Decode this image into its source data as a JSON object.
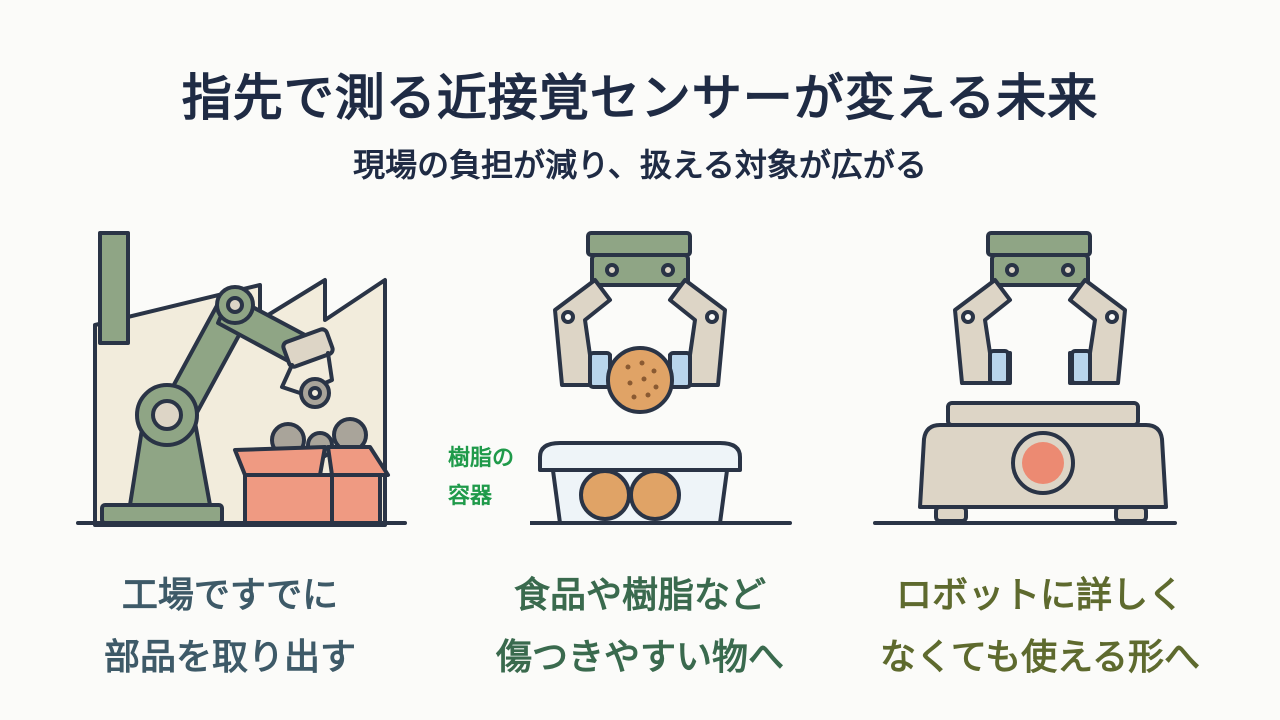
{
  "title": "指先で測る近接覚センサーが変える未来",
  "subtitle": "現場の負担が減り、扱える対象が広がる",
  "panels": [
    {
      "id": "factory",
      "caption_lines": [
        "工場ですでに",
        "部品を取り出す"
      ]
    },
    {
      "id": "food",
      "caption_lines": [
        "食品や樹脂など",
        "傷つきやすい物へ"
      ],
      "label_lines": [
        "樹脂の",
        "容器"
      ]
    },
    {
      "id": "easy",
      "caption_lines": [
        "ロボットに詳しく",
        "なくても使える形へ"
      ]
    }
  ],
  "colors": {
    "title": "#1f2b44",
    "outline": "#2a3446",
    "arm_green": "#8fa585",
    "gripper_tan": "#ddd5c6",
    "box_salmon": "#ef9a82",
    "sensor_blue": "#b9d5ec",
    "biscuit": "#e0a366",
    "button": "#ec8a72",
    "label_green": "#1f9a4a"
  }
}
